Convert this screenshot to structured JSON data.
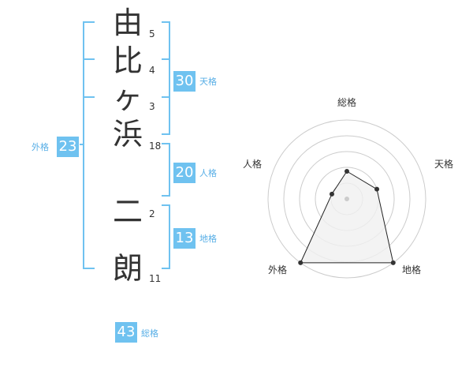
{
  "name": {
    "chars": [
      {
        "char": "由",
        "strokes": "5"
      },
      {
        "char": "比",
        "strokes": "4"
      },
      {
        "char": "ヶ",
        "strokes": "3"
      },
      {
        "char": "浜",
        "strokes": "18"
      },
      {
        "char": "二",
        "strokes": "2"
      },
      {
        "char": "朗",
        "strokes": "11"
      }
    ]
  },
  "kakusu": {
    "tenkaku": {
      "label": "天格",
      "value": "30"
    },
    "jinkaku": {
      "label": "人格",
      "value": "20"
    },
    "chikaku": {
      "label": "地格",
      "value": "13"
    },
    "gaikaku": {
      "label": "外格",
      "value": "23"
    },
    "soukaku": {
      "label": "総格",
      "value": "43"
    }
  },
  "radar": {
    "axes": [
      "総格",
      "天格",
      "地格",
      "外格",
      "人格"
    ],
    "values": [
      0.35,
      0.4,
      1.0,
      1.0,
      0.2
    ],
    "fill_color": "#f0f0f0",
    "stroke_color": "#222222",
    "ring_color": "#cccccc"
  },
  "colors": {
    "accent": "#6fc2f0",
    "bracket": "#6fc2f0"
  }
}
